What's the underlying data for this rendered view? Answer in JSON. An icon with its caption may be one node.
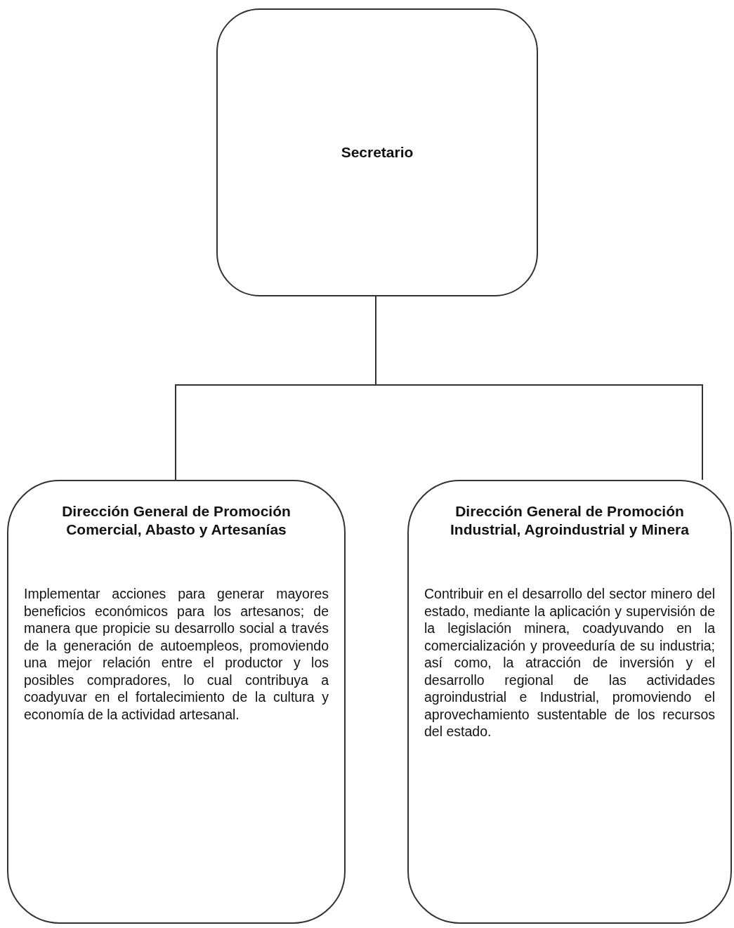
{
  "diagram": {
    "nodes": [
      {
        "text": [
          "Secretario"
        ]
      },
      {
        "text": [
          "Dirección General de Promoción Comercial, Abasto y Artesanías",
          "Implementar acciones para generar mayores beneficios económicos para los artesanos; de manera que propicie su desarrollo social a través de la generación de autoempleos, promoviendo una mejor relación entre el productor y los posibles compradores, lo cual contribuya a coadyuvar en el fortalecimiento de la cultura y economía de la actividad artesanal."
        ]
      },
      {
        "text": [
          "Dirección General de Promoción Industrial, Agroindustrial y Minera",
          "Contribuir en el desarrollo del sector minero del estado, mediante la aplicación y supervisión de la legislación minera, coadyuvando en la comercialización y proveeduría de su industria; así como, la atracción de inversión y el desarrollo regional de las actividades agroindustrial e Industrial, promoviendo el aprovechamiento sustentable de los recursos del estado."
        ]
      }
    ],
    "edges": [
      {
        "from": 0,
        "to": 1,
        "arrow": "none"
      },
      {
        "from": 0,
        "to": 2,
        "arrow": "none"
      }
    ]
  }
}
